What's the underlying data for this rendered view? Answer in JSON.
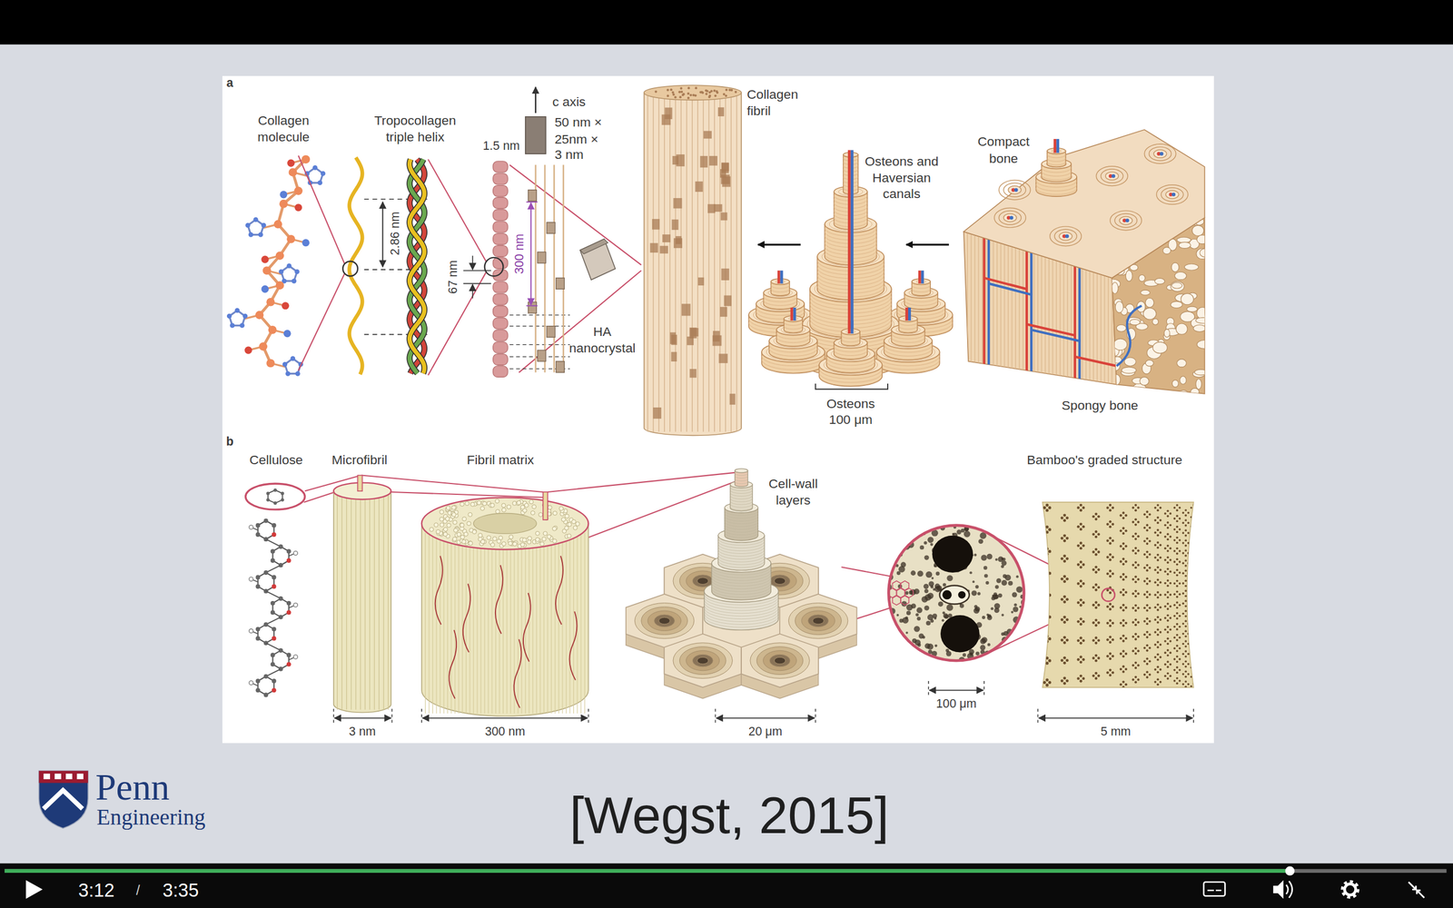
{
  "diagram": {
    "caption": "[Wegst, 2015]",
    "labels": [
      "a",
      "Collagen molecule",
      "Tropocollagen triple helix",
      "2.86 nm",
      "1.5 nm",
      "67 nm",
      "300 nm",
      "c axis",
      "50 nm × 25nm × 3 nm",
      "HA nanocrystal",
      "Collagen fibril",
      "Osteons and Haversian canals",
      "Compact bone",
      "Osteons",
      "100 μm",
      "Spongy bone",
      "b",
      "Cellulose",
      "Microfibril",
      "Fibril matrix",
      "Cell-wall layers",
      "Bamboo's graded structure",
      "3 nm",
      "300 nm",
      "20 μm",
      "100 μm",
      "5 mm",
      "Penn",
      "Engineering",
      "3:12",
      "/",
      "3:35"
    ]
  }
}
